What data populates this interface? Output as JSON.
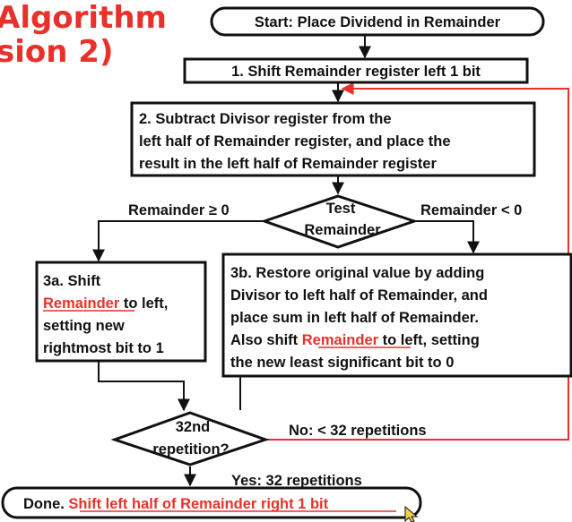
{
  "title_fragment": {
    "line1": "Algorithm",
    "line2": "sion 2)"
  },
  "nodes": {
    "start": {
      "text": "Start: Place Dividend in Remainder"
    },
    "step1": {
      "text": "1. Shift Remainder register left 1 bit"
    },
    "step2": {
      "line1": "2. Subtract Divisor register from the",
      "line2": "left half of Remainder register, and place the",
      "line3": "result in the left half of Remainder register"
    },
    "test": {
      "line1": "Test",
      "line2": "Remainder"
    },
    "step3a": {
      "line1": "3a. Shift",
      "line2_highlight": "Remainder",
      "line2_rest": " to left,",
      "line3": "setting new",
      "line4": "rightmost bit to 1"
    },
    "step3b": {
      "line1": "3b. Restore original value by adding",
      "line2": "Divisor to left half of Remainder, and",
      "line3": "place sum in left half of Remainder.",
      "line4_pre": "Also shift ",
      "line4_highlight": "Remainder",
      "line4_post": " to left, setting",
      "line5": "the new least significant bit to 0"
    },
    "repetition": {
      "line1": "32nd",
      "line2": "repetition?"
    },
    "done": {
      "prefix": "Done. ",
      "highlight": "Shift left half of Remainder right 1 bit"
    }
  },
  "edge_labels": {
    "ge_zero": "Remainder ≥ 0",
    "lt_zero": "Remainder < 0",
    "no_branch": "No: < 32 repetitions",
    "yes_branch": "Yes: 32 repetitions"
  },
  "colors": {
    "highlight_text": "#e8312a",
    "loop_arrow": "#e8312a",
    "outline": "#111111",
    "background": "#ffffff"
  }
}
